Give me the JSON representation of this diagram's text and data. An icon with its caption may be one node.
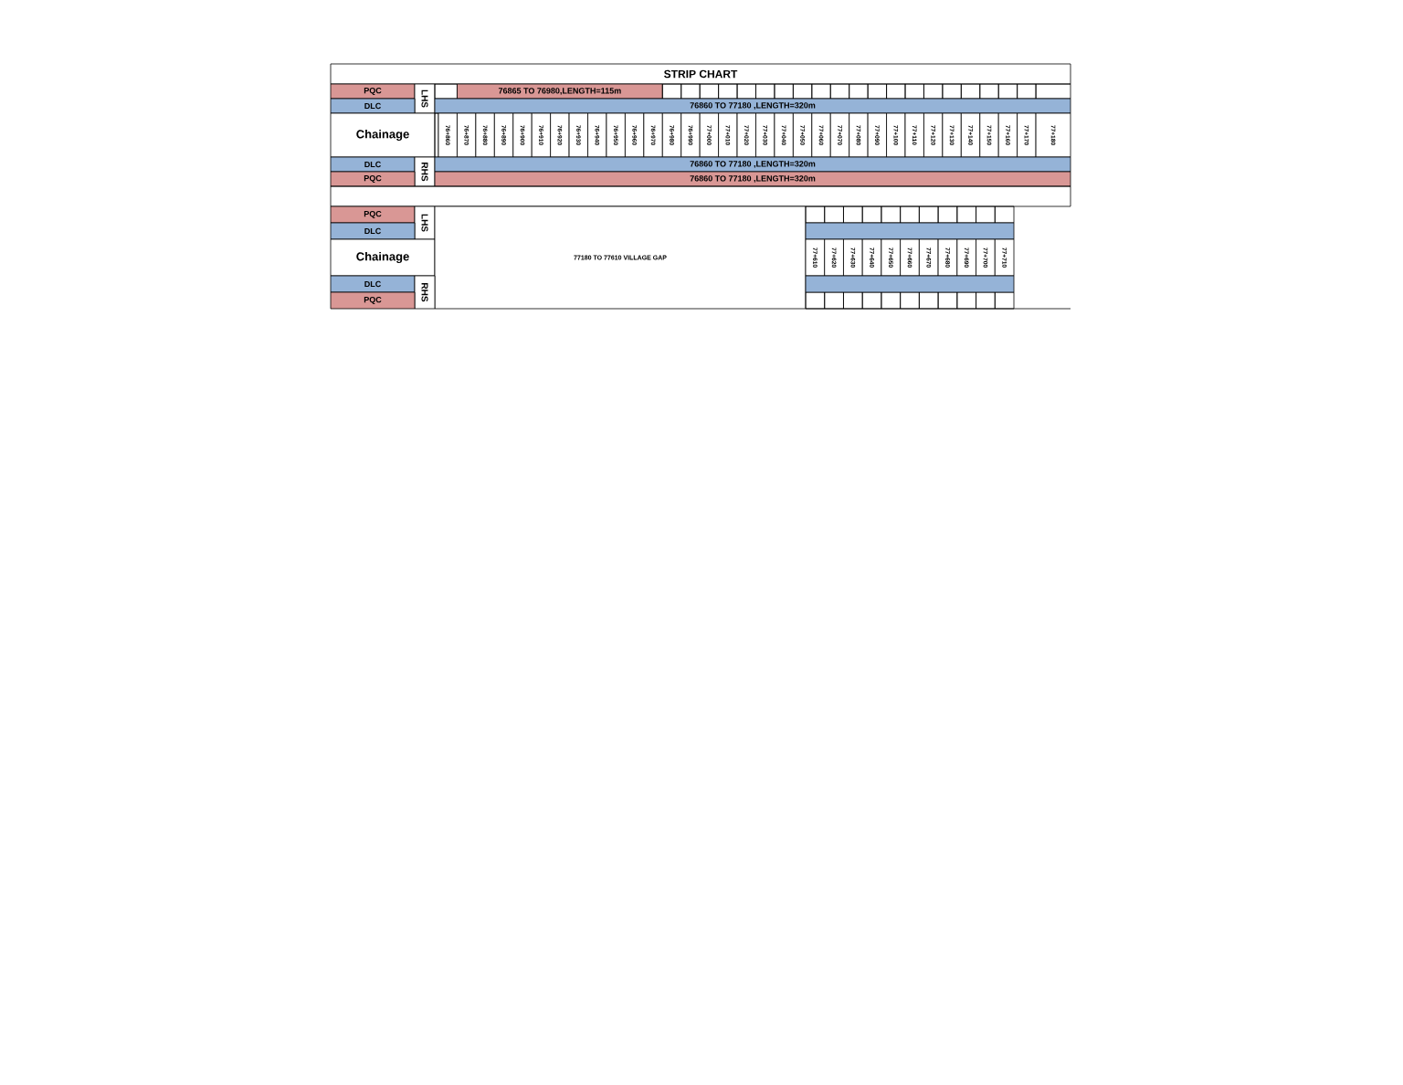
{
  "diagram": {
    "title": "STRIP CHART",
    "labels": [
      "PQC",
      "LHS",
      "76865 TO 76980,LENGTH=115m",
      "DLC",
      "76860 TO 77180 ,LENGTH=320m",
      "Chainage",
      "76+860",
      "76+870",
      "76+880",
      "76+890",
      "76+900",
      "76+910",
      "76+920",
      "76+930",
      "76+940",
      "76+950",
      "76+960",
      "76+970",
      "76+980",
      "76+990",
      "77+000",
      "77+010",
      "77+020",
      "77+030",
      "77+040",
      "77+050",
      "77+060",
      "77+070",
      "77+080",
      "77+090",
      "77+100",
      "77+110",
      "77+120",
      "77+130",
      "77+140",
      "77+150",
      "77+160",
      "77+170",
      "77+180",
      "DLC",
      "RHS",
      "76860 TO 77180 ,LENGTH=320m",
      "PQC",
      "76860 TO 77180 ,LENGTH=320m",
      "PQC",
      "LHS",
      "DLC",
      "Chainage",
      "77180 TO 77610 VILLAGE GAP",
      "77+610",
      "77+620",
      "77+630",
      "77+640",
      "77+650",
      "77+660",
      "77+670",
      "77+680",
      "77+690",
      "77+700",
      "77+710",
      "DLC",
      "RHS",
      "PQC"
    ]
  }
}
